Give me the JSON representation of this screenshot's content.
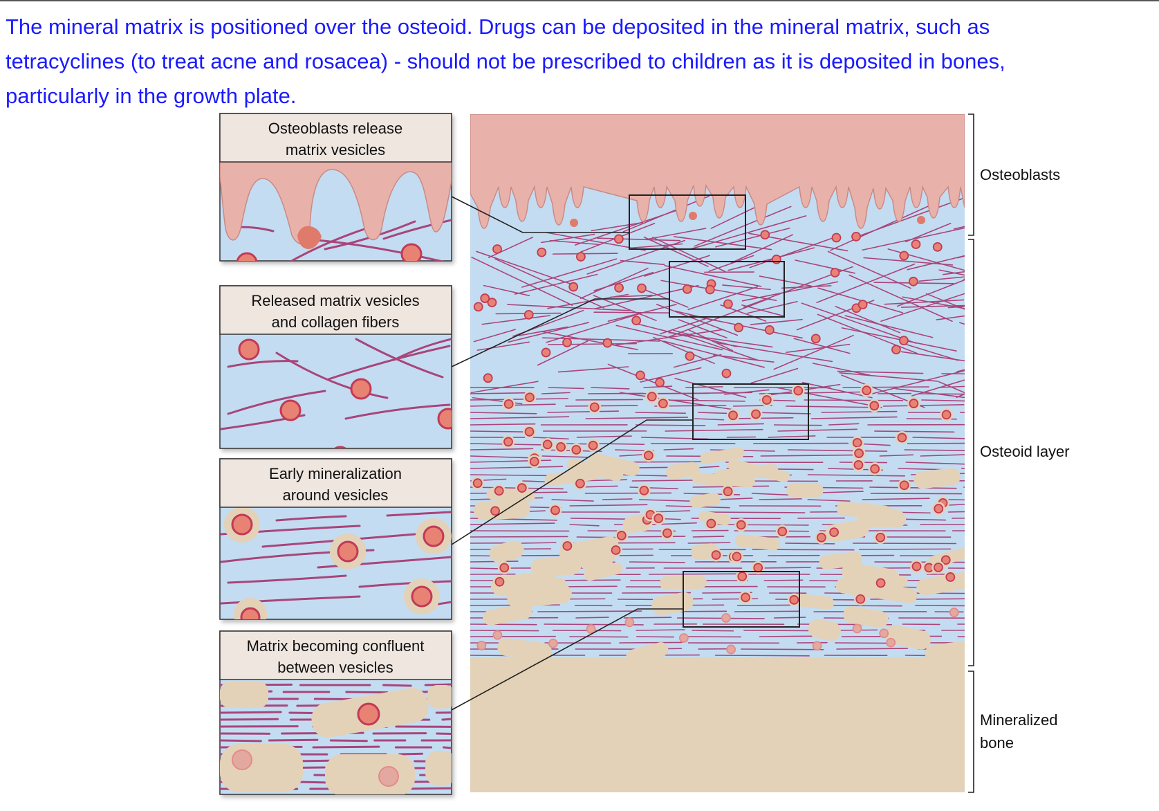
{
  "caption": {
    "line1": "The mineral matrix is positioned over the osteoid. Drugs can be deposited in the mineral matrix, such as",
    "line2": "tetracyclines (to treat acne and rosacea) - should not be prescribed to children as it is deposited in bones,",
    "line3": "particularly in the growth plate."
  },
  "insets": [
    {
      "line1": "Osteoblasts release",
      "line2": "matrix vesicles"
    },
    {
      "line1": "Released matrix vesicles",
      "line2": "and collagen fibers"
    },
    {
      "line1": "Early mineralization",
      "line2": "around vesicles"
    },
    {
      "line1": "Matrix becoming confluent",
      "line2": "between vesicles"
    }
  ],
  "layers": {
    "osteoblasts": "Osteoblasts",
    "osteoid": "Osteoid layer",
    "mineralized_line1": "Mineralized",
    "mineralized_line2": "bone"
  },
  "colors": {
    "fluid": "#c3dcf1",
    "cell": "#e8b2aa",
    "fiber": "#a8457a",
    "vesicle_fill": "#e88373",
    "vesicle_ring": "#c23a57",
    "mineral": "#e3d2b8",
    "caption": "#1a1aff"
  }
}
